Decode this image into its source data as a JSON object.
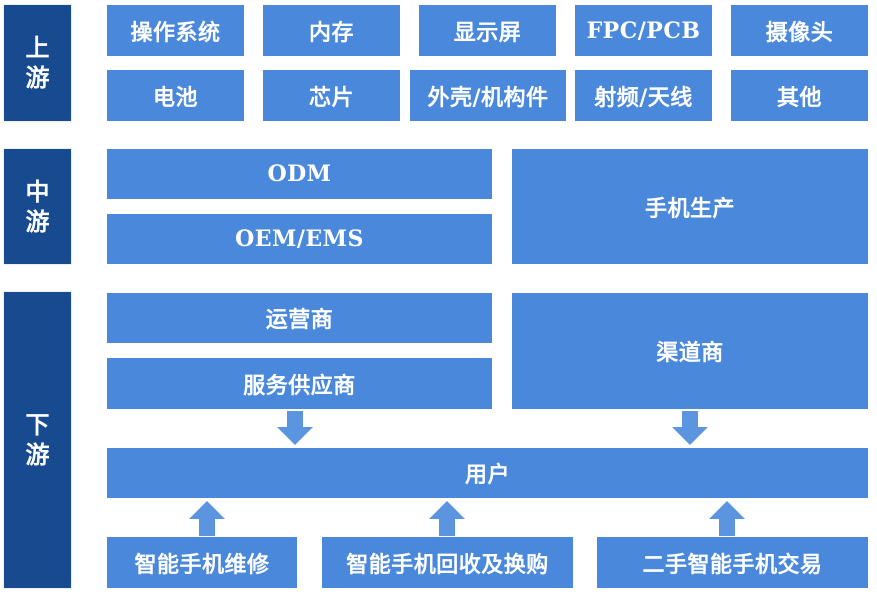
{
  "stages": {
    "upstream": [
      "上",
      "游"
    ],
    "midstream": [
      "中",
      "游"
    ],
    "downstream": [
      "下",
      "游"
    ]
  },
  "upstream": {
    "row1": [
      "操作系统",
      "内存",
      "显示屏",
      "FPC/PCB",
      "摄像头"
    ],
    "row2": [
      "电池",
      "芯片",
      "外壳/机构件",
      "射频/天线",
      "其他"
    ]
  },
  "midstream": {
    "odm": "ODM",
    "oem": "OEM/EMS",
    "production": "手机生产"
  },
  "downstream": {
    "operator": "运营商",
    "service_provider": "服务供应商",
    "channel": "渠道商",
    "user": "用户",
    "repair": "智能手机维修",
    "recycle": "智能手机回收及换购",
    "secondhand": "二手智能手机交易"
  },
  "arrows": {
    "down": [
      "service-provider-to-user",
      "channel-to-user"
    ],
    "up": [
      "repair-to-user",
      "recycle-to-user",
      "secondhand-to-user"
    ]
  },
  "colors": {
    "stage": "#174a8f",
    "box": "#4a88db",
    "arrow": "#5b95e0"
  }
}
